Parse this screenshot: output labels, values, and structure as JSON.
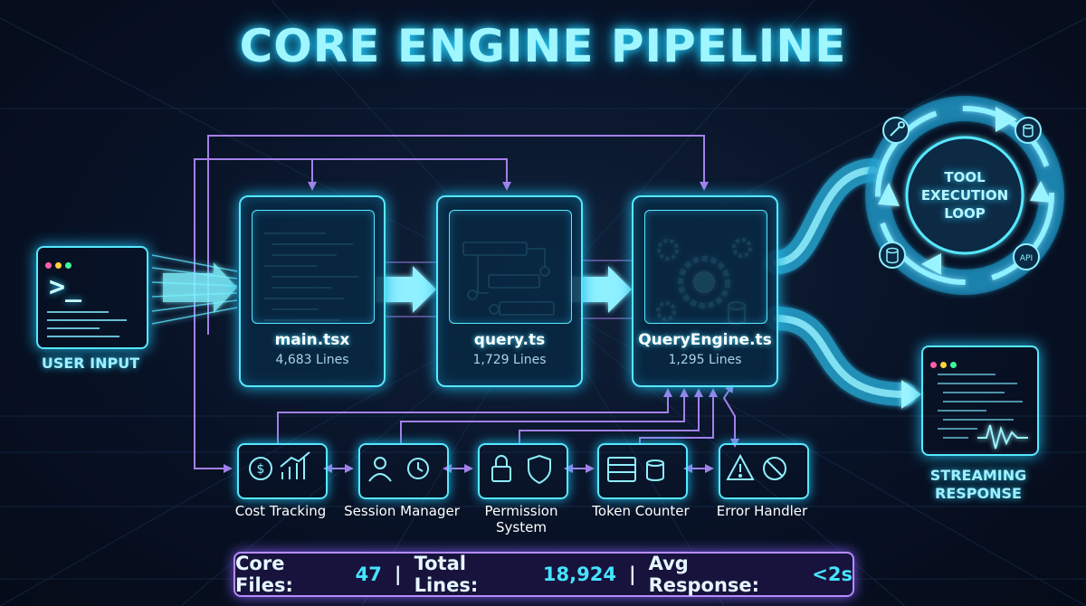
{
  "title": "CORE ENGINE PIPELINE",
  "input": {
    "label": "USER INPUT",
    "prompt_symbol": ">_"
  },
  "files": [
    {
      "name": "main.tsx",
      "lines": "4,683 Lines"
    },
    {
      "name": "query.ts",
      "lines": "1,729 Lines"
    },
    {
      "name": "QueryEngine.ts",
      "lines": "1,295 Lines"
    }
  ],
  "tool_loop": {
    "label": "TOOL EXECUTION LOOP",
    "api_tag": "API"
  },
  "output": {
    "label": "STREAMING RESPONSE"
  },
  "modules": [
    {
      "label": "Cost Tracking",
      "icon": "dollar-chart-icon"
    },
    {
      "label": "Session Manager",
      "icon": "user-clock-icon"
    },
    {
      "label": "Permission System",
      "icon": "lock-shield-icon"
    },
    {
      "label": "Token Counter",
      "icon": "abacus-coins-icon"
    },
    {
      "label": "Error Handler",
      "icon": "warning-bug-icon"
    }
  ],
  "stats": [
    {
      "label": "Core Files:",
      "value": "47"
    },
    {
      "label": "Total Lines:",
      "value": "18,924"
    },
    {
      "label": "Avg Response:",
      "value": "<2s"
    }
  ],
  "colors": {
    "cyan": "#56e8ff",
    "purple": "#b58cff",
    "background": "#081226",
    "accent_value": "#46e4ff"
  }
}
